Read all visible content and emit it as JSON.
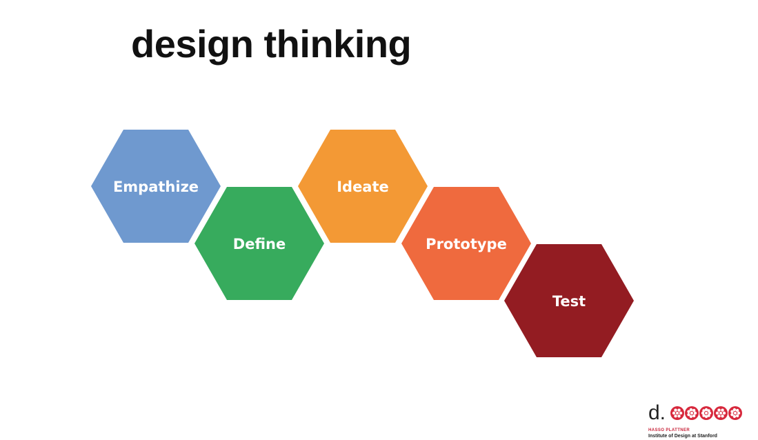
{
  "title": "design thinking",
  "stages": [
    {
      "label": "Empathize",
      "color": "#6f99cf"
    },
    {
      "label": "Define",
      "color": "#37ab5d"
    },
    {
      "label": "Ideate",
      "color": "#f39935"
    },
    {
      "label": "Prototype",
      "color": "#ef6a3e"
    },
    {
      "label": "Test",
      "color": "#931c22"
    }
  ],
  "logo": {
    "mark": "d.",
    "subtitle": "HASSO PLATTNER",
    "institute": "Institute of Design at Stanford",
    "accent_color": "#d7283c"
  }
}
